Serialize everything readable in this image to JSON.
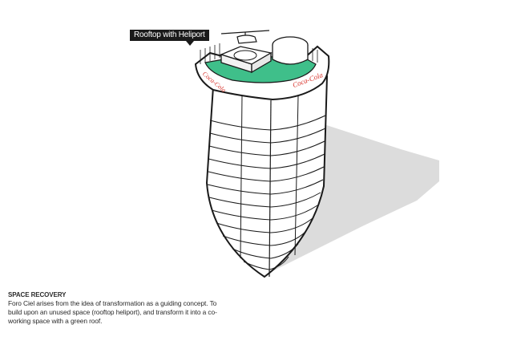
{
  "callout": {
    "label": "Rooftop with Heliport"
  },
  "caption": {
    "title": "SPACE RECOVERY",
    "body": "Foro Ciel arises from the idea of transformation as a guiding concept. To build upon an unused space (rooftop heliport), and transform it into a co-working space with a green roof."
  },
  "colors": {
    "green_roof": "#3fbf8a",
    "signage_red": "#d8332b",
    "shadow_gray": "#dcdcdc",
    "outline": "#1a1a1a",
    "callout_bg": "#1a1a1a"
  },
  "brand_sign": {
    "left": "Coca-Cola",
    "right": "Coca-Cola"
  }
}
